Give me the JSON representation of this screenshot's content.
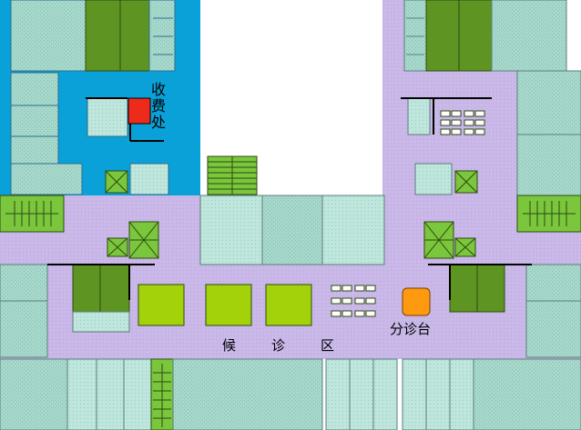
{
  "floor_plan": {
    "labels": {
      "cashier_chars": [
        "收",
        "费",
        "处"
      ],
      "waiting_area_chars": [
        "候",
        "诊",
        "区"
      ],
      "triage_desk": "分诊台"
    },
    "colors": {
      "corridor": "#c9b8e8",
      "room": "#a8d8cc",
      "room_light": "#bfe6dc",
      "cashier_zone": "#0aa1d8",
      "stair_green": "#7ac63c",
      "dark_green": "#5e9422",
      "lime_seat": "#a3d20a",
      "cashier_window": "#ee2b1a",
      "triage_orange": "#ff9a10",
      "wall": "#000000"
    },
    "icons": [
      "stairs-icon",
      "elevator-icon",
      "seating-cluster-icon",
      "cashier-window-icon",
      "triage-desk-icon"
    ]
  }
}
